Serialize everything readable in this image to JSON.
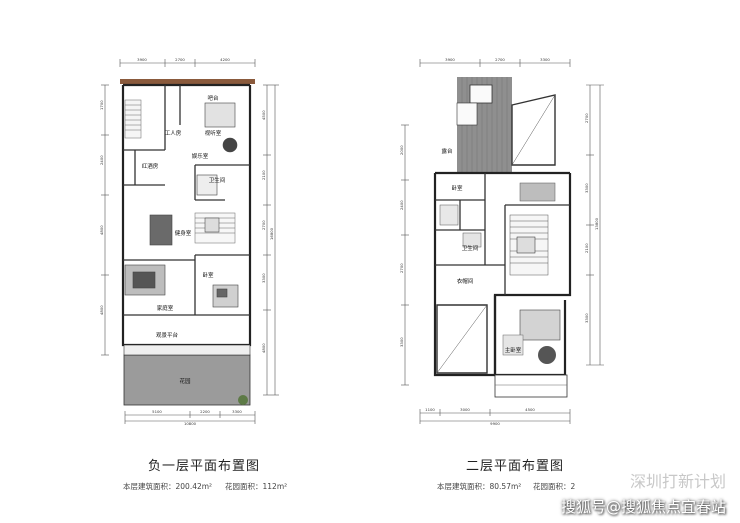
{
  "left_plan": {
    "title": "负一层平面布置图",
    "floor_area": "本层建筑面积：200.42m²",
    "garden_area": "花园面积：112m²",
    "rooms": {
      "bar": "吧台",
      "study": "视听室",
      "staff": "工人房",
      "leisure": "娱乐室",
      "wine": "红酒房",
      "bath": "卫生间",
      "gym": "健身室",
      "bedroom": "卧室",
      "family": "家庭室",
      "terrace": "观景平台",
      "garden": "花园"
    },
    "dims_top": [
      "3900",
      "2700",
      "4200"
    ],
    "dims_bottom": [
      "5100",
      "2200",
      "3300"
    ],
    "dims_bottom_total": "10800",
    "dims_left": [
      "1700",
      "2400",
      "4800",
      "4800"
    ],
    "dims_right": [
      "4500",
      "2100",
      "2700",
      "3300",
      "4800"
    ],
    "dims_right_total": "16800"
  },
  "right_plan": {
    "title": "二层平面布置图",
    "floor_area": "本层建筑面积：80.57m²",
    "garden_area": "花园面积：2",
    "rooms": {
      "terrace": "露台",
      "bedroom": "卧室",
      "bath": "卫生间",
      "closet": "衣帽间",
      "master": "主卧室"
    },
    "dims_top": [
      "3900",
      "2700",
      "3300"
    ],
    "dims_bottom": [
      "1100",
      "3000",
      "4500"
    ],
    "dims_bottom_total": "9900",
    "dims_left": [
      "2000",
      "2400",
      "2700",
      "3300"
    ],
    "dims_right": [
      "2700",
      "3300",
      "2100",
      "3300"
    ],
    "dims_right_total": "13800"
  },
  "watermark": {
    "line1": "深圳打新计划",
    "line2": "搜狐号@搜狐焦点宜春站"
  }
}
